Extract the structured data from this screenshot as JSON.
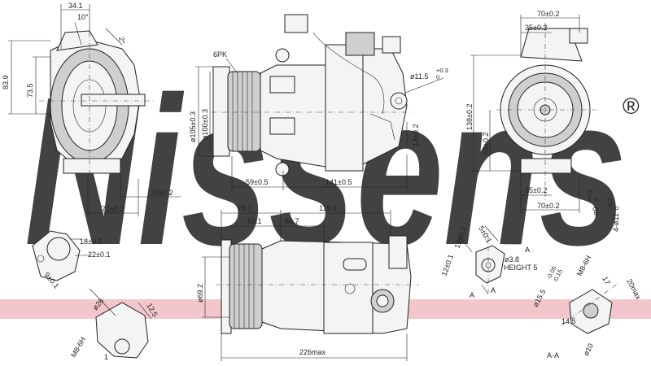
{
  "watermark": {
    "brand": "Nissens",
    "registered": "®",
    "color": "#b9cfe4",
    "band_color": "#f3c6cc"
  },
  "dimensions": {
    "side_view": {
      "d34": "34.1",
      "d10": "10°",
      "d2": "2°",
      "h83": "83.9",
      "h73": "73.5",
      "w30": "30±0.2",
      "w72": "72±0.2"
    },
    "front_view": {
      "pulley": "6PK",
      "d105": "ø105±0.3",
      "d100": "ø100±0.3",
      "d11": "ø11.5",
      "d11_tol": "+0.3\n0",
      "h14": "14±0.2",
      "w59": "59±0.5",
      "w141": "141±0.5"
    },
    "end_view": {
      "w70top": "70±0.2",
      "w35top": "35±0.2",
      "h138": "138±0.2",
      "h69": "69±0.2",
      "w35bot": "35±0.2",
      "w70bot": "70±0.2",
      "d9": "ø9",
      "d9_tol": "+0.3\n0",
      "d11b": "4-ø11",
      "d11b_tol": "+0.3\n0"
    },
    "port_detail": {
      "d18": "18±0.1",
      "d22": "22±0.1",
      "d9": "9±0.1"
    },
    "top_view": {
      "w73": "73.1",
      "w119": "119.5",
      "w63": "63.1",
      "w80": "80.7",
      "h69": "ø69.2",
      "w226": "226max"
    },
    "fitting_left": {
      "d26": "ø26",
      "d12": "12.5",
      "thread": "M8-6H",
      "t1": "1"
    },
    "sensor_detail": {
      "d5": "5±0.1",
      "d19": "19±0.1",
      "d12": "12±0.1",
      "label_a": "A",
      "label_a2": "A",
      "d3": "ø3.8",
      "height": "HEIGHT 5"
    },
    "fitting_right": {
      "d15": "ø15.5",
      "d15_tol": "-0.05\n-0.15",
      "thread": "M8-6H",
      "d17": "17",
      "d20": "20max",
      "d14": "14.5",
      "d10": "ø10",
      "section": "A-A"
    }
  }
}
